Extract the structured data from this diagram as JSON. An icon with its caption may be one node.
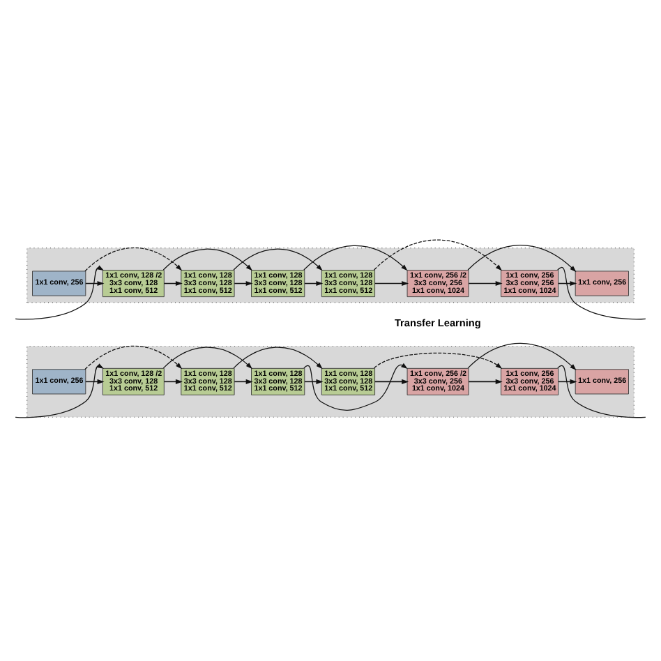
{
  "diagram": {
    "nodes": [
      {
        "text": [],
        "shape": "band"
      },
      {
        "text": [
          "1x1 conv, 256"
        ],
        "in": 0
      },
      {
        "text": [
          "1x1 conv, 128 /2",
          "3x3 conv, 128",
          "1x1 conv, 512"
        ],
        "in": 0
      },
      {
        "text": [
          "1x1 conv, 128",
          "3x3 conv, 128",
          "1x1 conv, 512"
        ],
        "in": 0
      },
      {
        "text": [
          "1x1 conv, 128",
          "3x3 conv, 128",
          "1x1 conv, 512"
        ],
        "in": 0
      },
      {
        "text": [
          "1x1 conv, 128",
          "3x3 conv, 128",
          "1x1 conv, 512"
        ],
        "in": 0
      },
      {
        "text": [
          "1x1 conv, 256 /2",
          "3x3 conv, 256",
          "1x1 conv, 1024"
        ],
        "in": 0
      },
      {
        "text": [
          "1x1 conv, 256",
          "3x3 conv, 256",
          "1x1 conv, 1024"
        ],
        "in": 0
      },
      {
        "text": [
          "1x1 conv, 256"
        ],
        "in": 0
      },
      {
        "text": [],
        "shape": "band"
      },
      {
        "text": [
          "1x1 conv, 256"
        ],
        "in": 9
      },
      {
        "text": [
          "1x1 conv, 128 /2",
          "3x3 conv, 128",
          "1x1 conv, 512"
        ],
        "in": 9
      },
      {
        "text": [
          "1x1 conv, 128",
          "3x3 conv, 128",
          "1x1 conv, 512"
        ],
        "in": 9
      },
      {
        "text": [
          "1x1 conv, 128",
          "3x3 conv, 128",
          "1x1 conv, 512"
        ],
        "in": 9
      },
      {
        "text": [
          "1x1 conv, 128",
          "3x3 conv, 128",
          "1x1 conv, 512"
        ],
        "in": 9
      },
      {
        "text": [
          "1x1 conv, 256 /2",
          "3x3 conv, 256",
          "1x1 conv, 1024"
        ],
        "in": 9
      },
      {
        "text": [
          "1x1 conv, 256",
          "3x3 conv, 256",
          "1x1 conv, 1024"
        ],
        "in": 9
      },
      {
        "text": [
          "1x1 conv, 256"
        ],
        "in": 9
      }
    ],
    "edges": [
      {
        "from": 1,
        "to": 2,
        "arrow": "to"
      },
      {
        "from": 2,
        "to": 3,
        "arrow": "to"
      },
      {
        "from": 3,
        "to": 4,
        "arrow": "to"
      },
      {
        "from": 4,
        "to": 5,
        "arrow": "to"
      },
      {
        "from": 5,
        "to": 6,
        "arrow": "to"
      },
      {
        "from": 6,
        "to": 7,
        "arrow": "to"
      },
      {
        "from": 7,
        "to": 8,
        "arrow": "to"
      },
      {
        "from": null,
        "to": 2,
        "arrow": "to"
      },
      {
        "from": 1,
        "to": 3,
        "arrow": "to",
        "style": "dashed"
      },
      {
        "from": 2,
        "to": 4,
        "arrow": "to"
      },
      {
        "from": 3,
        "to": 5,
        "arrow": "to"
      },
      {
        "from": 4,
        "to": 6,
        "arrow": "to"
      },
      {
        "from": 5,
        "to": 7,
        "arrow": "to",
        "style": "dashed"
      },
      {
        "from": 6,
        "to": 8,
        "arrow": "to"
      },
      {
        "from": 7,
        "to": null,
        "arrow": "none"
      },
      {
        "from": 10,
        "to": 11,
        "arrow": "to"
      },
      {
        "from": 11,
        "to": 12,
        "arrow": "to"
      },
      {
        "from": 12,
        "to": 13,
        "arrow": "to"
      },
      {
        "from": 13,
        "to": 14,
        "arrow": "to"
      },
      {
        "from": 14,
        "to": 15,
        "arrow": "to"
      },
      {
        "from": 15,
        "to": 16,
        "arrow": "to"
      },
      {
        "from": 16,
        "to": 17,
        "arrow": "to"
      },
      {
        "from": null,
        "to": 11,
        "arrow": "to"
      },
      {
        "from": 10,
        "to": 12,
        "arrow": "to",
        "style": "dashed"
      },
      {
        "from": 11,
        "to": 13,
        "arrow": "to"
      },
      {
        "from": 12,
        "to": 14,
        "arrow": "to"
      },
      {
        "from": 13,
        "to": 15,
        "arrow": "to"
      },
      {
        "from": 14,
        "to": 16,
        "arrow": "to",
        "style": "dashed"
      },
      {
        "from": 15,
        "to": 17,
        "arrow": "to"
      },
      {
        "from": 16,
        "to": null,
        "arrow": "none"
      }
    ],
    "labels": [
      "Transfer Learning"
    ]
  }
}
